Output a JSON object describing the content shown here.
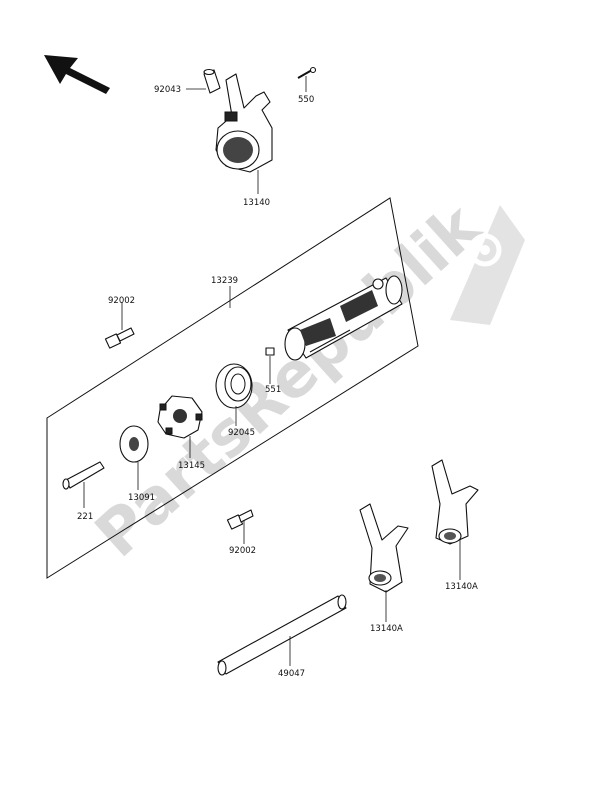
{
  "watermark": {
    "text": "PartsRepublik"
  },
  "parts": {
    "p92043": "92043",
    "p550": "550",
    "p13140": "13140",
    "p13239": "13239",
    "p92002_top": "92002",
    "p551": "551",
    "p92045": "92045",
    "p13145": "13145",
    "p13091": "13091",
    "p221": "221",
    "p92002_bottom": "92002",
    "p13140A_right": "13140A",
    "p13140A_left": "13140A",
    "p49047": "49047"
  }
}
